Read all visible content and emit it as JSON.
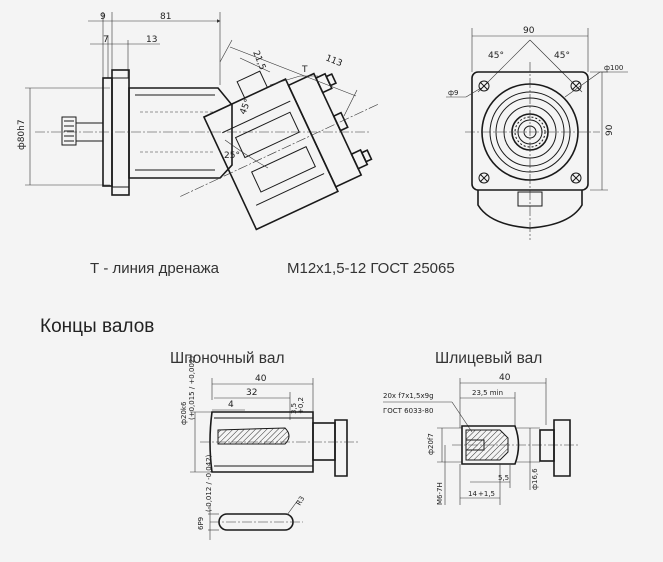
{
  "side_view": {
    "dims": {
      "d_9": "9",
      "d_81": "81",
      "d_7": "7",
      "d_13": "13",
      "d_21_5": "21,5",
      "d_113": "113",
      "t_label": "T",
      "angle_45": "45°",
      "angle_25": "25°",
      "d_80h7": "ф80h7"
    }
  },
  "front_view": {
    "dims": {
      "d_90_top": "90",
      "angle_left": "45°",
      "angle_right": "45°",
      "d_100": "ф100",
      "d_9": "ф9",
      "d_90_side": "90"
    }
  },
  "captions": {
    "drain_line": "Т - линия дренажа",
    "thread": "М12х1,5-12 ГОСТ 25065"
  },
  "shaft_ends": {
    "title": "Концы валов",
    "keyed": {
      "title": "Шпоночный вал",
      "d_40": "40",
      "d_32": "32",
      "d_4": "4",
      "d_3_5": "3,5",
      "tol_3_5": "+0,2",
      "d_20k6": "ф20k6",
      "tol_20k6": "(+0,015 / +0,002)",
      "d_6p9": "6P9",
      "tol_6p9": "(-0,012 / -0,042)",
      "d_r3": "R3"
    },
    "splined": {
      "title": "Шлицевый вал",
      "d_40": "40",
      "d_23_5": "23,5 min",
      "spec_1": "20х f7х1,5х9g",
      "spec_2": "ГОСТ 6033-80",
      "d_20f7": "ф20f7",
      "d_16_6": "ф16,6",
      "d_m6": "M6-7H",
      "d_5_5": "5,5",
      "d_14": "14",
      "tol_14": "+1,5"
    }
  }
}
